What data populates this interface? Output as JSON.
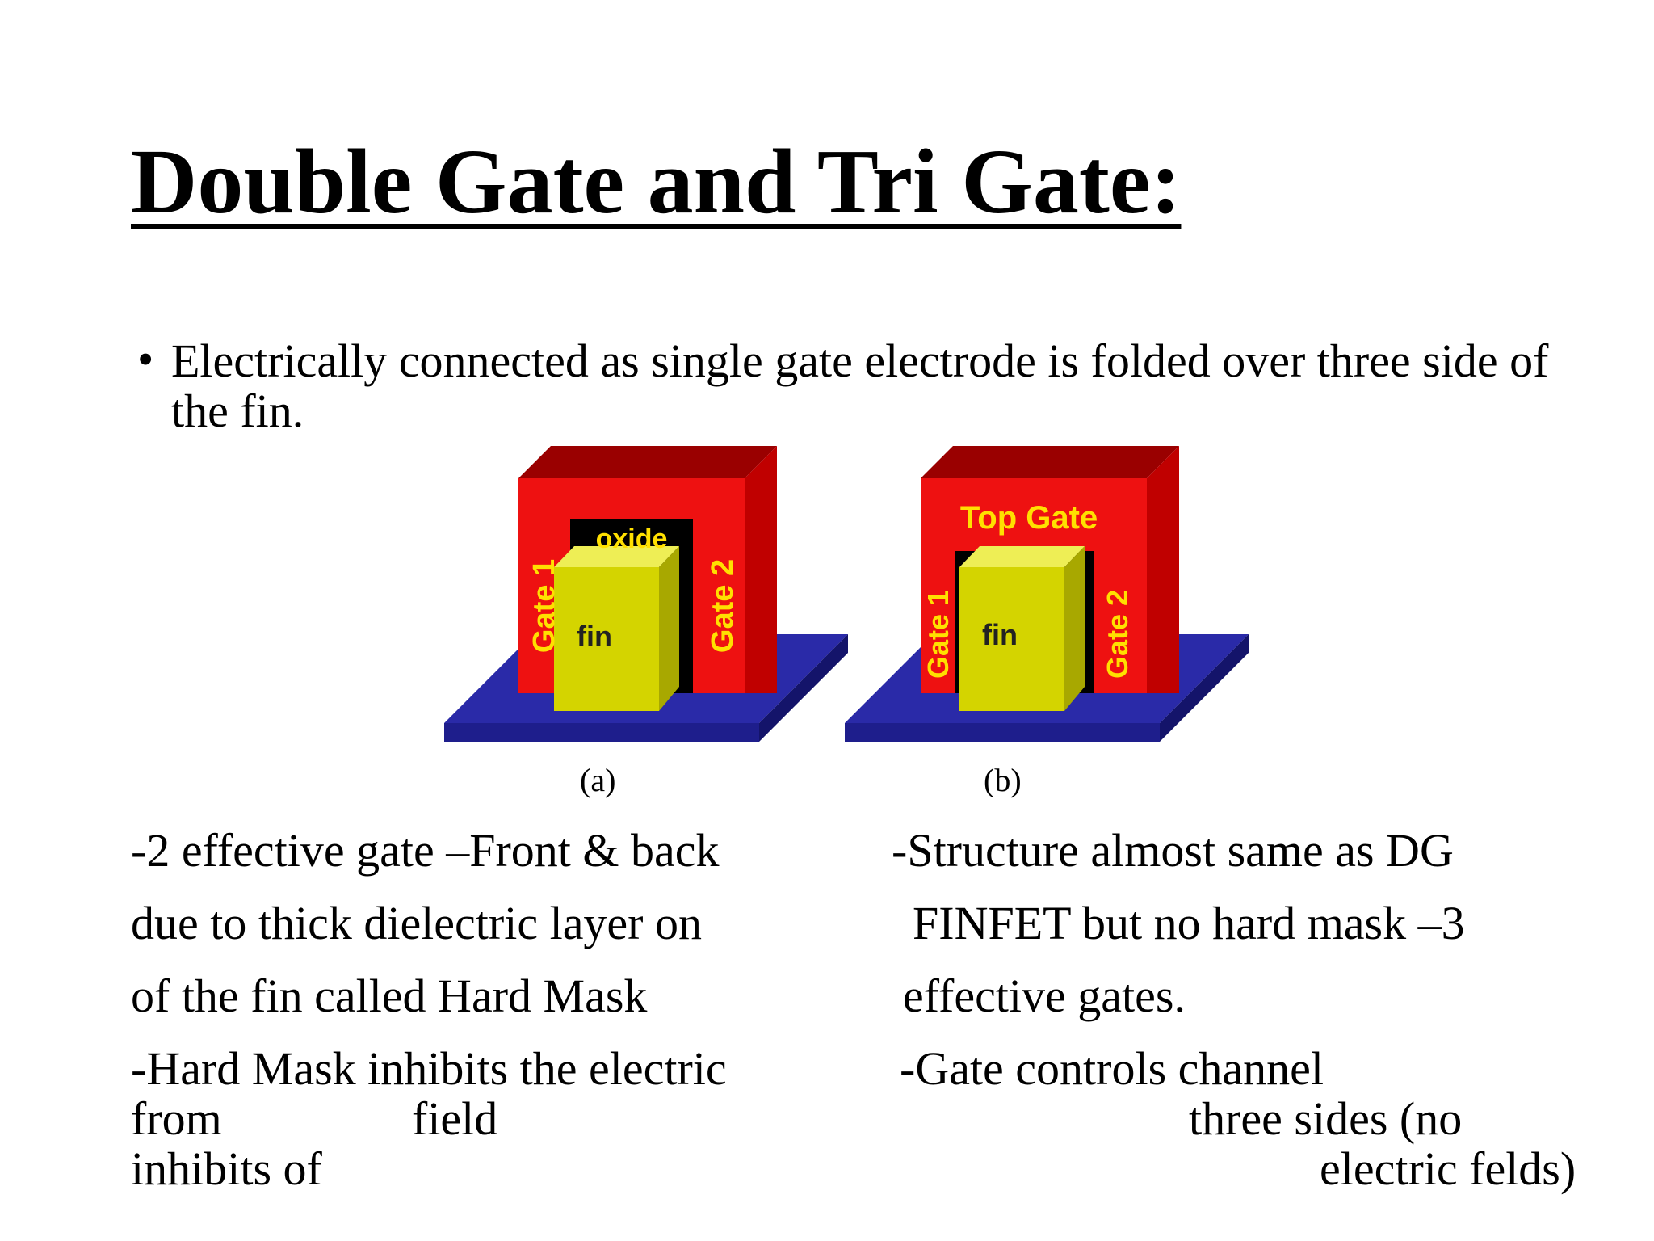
{
  "title": "Double Gate and Tri Gate:",
  "bullet": "Electrically connected as single gate electrode is folded over three side of the fin.",
  "figure_a": {
    "label_oxide": "oxide",
    "label_gate1": "Gate 1",
    "label_gate2": "Gate 2",
    "label_fin": "fin",
    "caption": "(a)"
  },
  "figure_b": {
    "label_top_gate": "Top Gate",
    "label_gate1": "Gate 1",
    "label_gate2": "Gate 2",
    "label_fin": "fin",
    "caption": "(b)"
  },
  "left_text": {
    "line1": "-2 effective gate –Front & back",
    "line2": "due to thick dielectric layer on",
    "line3": "of the fin called Hard Mask",
    "line4": "-Hard Mask inhibits the electric",
    "line5a": "from",
    "line5b": "field",
    "line6": "inhibits of"
  },
  "right_text": {
    "line1": "-Structure almost same as DG",
    "line2": "FINFET but no hard mask –3",
    "line3": "effective gates.",
    "line4": "-Gate controls channel",
    "line5": "three sides (no",
    "line6": "electric felds)"
  },
  "colors": {
    "gate_red": "#ee1111",
    "gate_dark": "#9a0000",
    "fin_yellow": "#d4d400",
    "substrate_blue": "#2a2aa8",
    "label_yellow": "#ffe000"
  }
}
